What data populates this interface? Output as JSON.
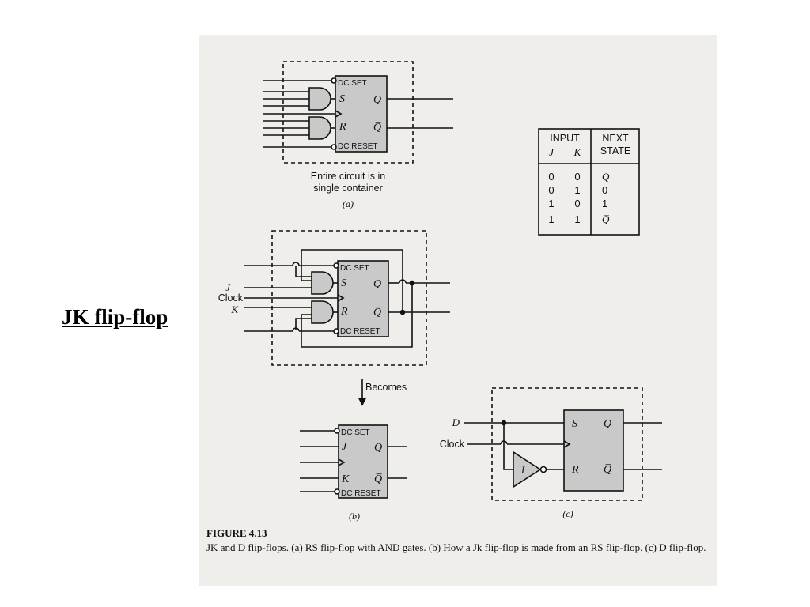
{
  "slide": {
    "title": "JK flip-flop"
  },
  "figure": {
    "number": "FIGURE 4.13",
    "caption": "JK and D flip-flops. (a) RS flip-flop with AND gates. (b) How a Jk flip-flop is made from an RS flip-flop. (c) D flip-flop.",
    "dc_set": "DC SET",
    "dc_reset": "DC RESET",
    "pin_s": "S",
    "pin_r": "R",
    "pin_j": "J",
    "pin_k": "K",
    "pin_q": "Q",
    "pin_qbar": "Q̅",
    "note_a_line1": "Entire circuit is in",
    "note_a_line2": "single container",
    "label_a": "(a)",
    "label_b": "(b)",
    "label_c": "(c)",
    "becomes": "Becomes",
    "input_j": "J",
    "input_clock": "Clock",
    "input_k": "K",
    "input_d": "D",
    "inverter": "I"
  },
  "truth_table": {
    "header_input": "INPUT",
    "header_next": "NEXT",
    "header_state": "STATE",
    "col_j": "J",
    "col_k": "K",
    "rows": [
      {
        "j": "0",
        "k": "0",
        "next": "Q"
      },
      {
        "j": "0",
        "k": "1",
        "next": "0"
      },
      {
        "j": "1",
        "k": "0",
        "next": "1"
      },
      {
        "j": "1",
        "k": "1",
        "next": "Q̅"
      }
    ]
  }
}
